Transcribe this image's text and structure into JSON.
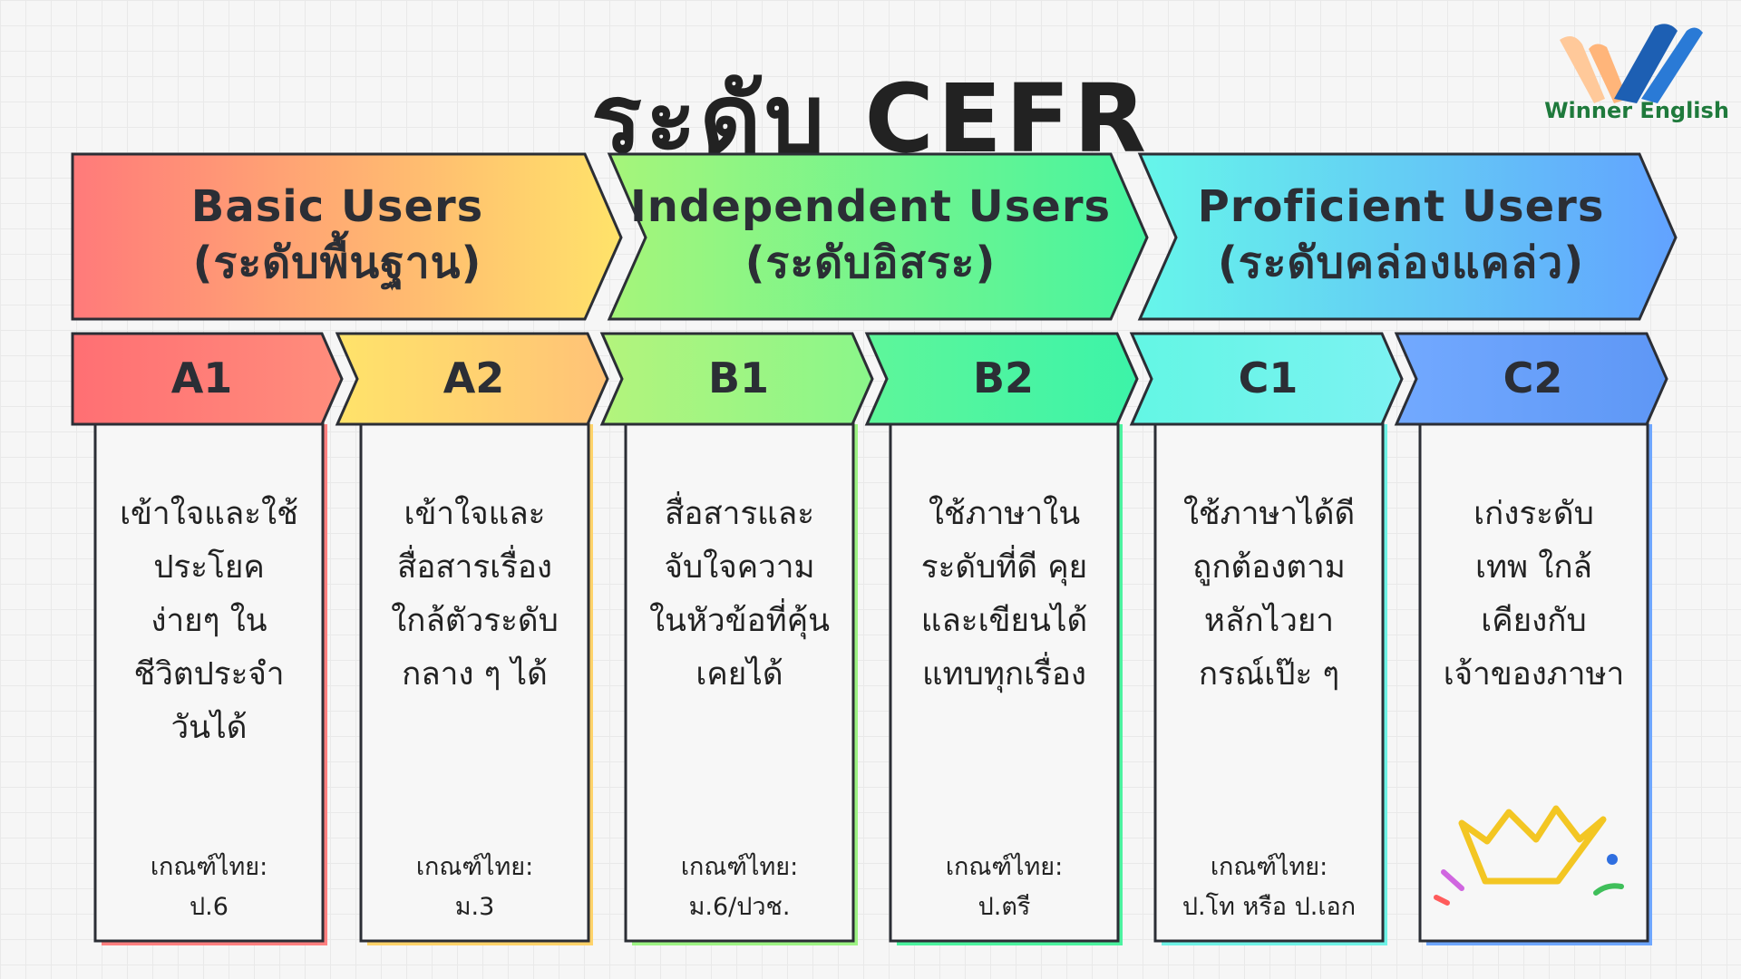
{
  "title": "ระดับ CEFR",
  "logo": {
    "text": "Winner English"
  },
  "groups": [
    {
      "name": "Basic Users",
      "thai": "(ระดับพื้นฐาน)"
    },
    {
      "name": "Independent Users",
      "thai": "(ระดับอิสระ)"
    },
    {
      "name": "Proficient Users",
      "thai": "(ระดับคล่องแคล่ว)"
    }
  ],
  "levels": [
    {
      "code": "A1",
      "desc": [
        "เข้าใจและใช้",
        "ประโยค",
        "ง่ายๆ ใน",
        "ชีวิตประจำ",
        "วันได้"
      ],
      "crit": [
        "เกณฑ์ไทย:",
        "ป.6"
      ]
    },
    {
      "code": "A2",
      "desc": [
        "เข้าใจและ",
        "สื่อสารเรื่อง",
        "ใกล้ตัวระดับ",
        "กลาง ๆ ได้"
      ],
      "crit": [
        "เกณฑ์ไทย:",
        "ม.3"
      ]
    },
    {
      "code": "B1",
      "desc": [
        "สื่อสารและ",
        "จับใจความ",
        "ในหัวข้อที่คุ้น",
        "เคยได้"
      ],
      "crit": [
        "เกณฑ์ไทย:",
        "ม.6/ปวช."
      ]
    },
    {
      "code": "B2",
      "desc": [
        "ใช้ภาษาใน",
        "ระดับที่ดี คุย",
        "และเขียนได้",
        "แทบทุกเรื่อง"
      ],
      "crit": [
        "เกณฑ์ไทย:",
        "ป.ตรี"
      ]
    },
    {
      "code": "C1",
      "desc": [
        "ใช้ภาษาได้ดี",
        "ถูกต้องตาม",
        "หลักไวยา",
        "กรณ์เป๊ะ ๆ"
      ],
      "crit": [
        "เกณฑ์ไทย:",
        "ป.โท หรือ ป.เอก"
      ]
    },
    {
      "code": "C2",
      "desc": [
        "เก่งระดับ",
        "เทพ ใกล้",
        "เคียงกับ",
        "เจ้าของภาษา"
      ],
      "crit": []
    }
  ],
  "colors": {
    "red": "#ff7878",
    "orange": "#ffb870",
    "yellow": "#ffe066",
    "lightgreen": "#9af57e",
    "green": "#4cf59c",
    "cyan": "#62f4e8",
    "blue": "#6aa8ff",
    "crown": "#f3c623",
    "outline": "#2b2e35"
  },
  "icons": {
    "logo": "winner-english-logo-icon",
    "crown": "crown-icon"
  }
}
